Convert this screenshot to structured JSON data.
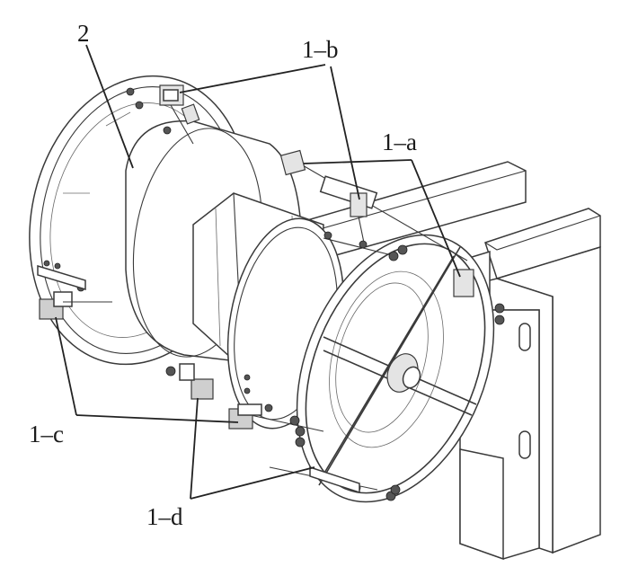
{
  "labels": {
    "part_2": "2",
    "part_1b": "1–b",
    "part_1a": "1–a",
    "part_1c": "1–c",
    "part_1d": "1–d"
  }
}
